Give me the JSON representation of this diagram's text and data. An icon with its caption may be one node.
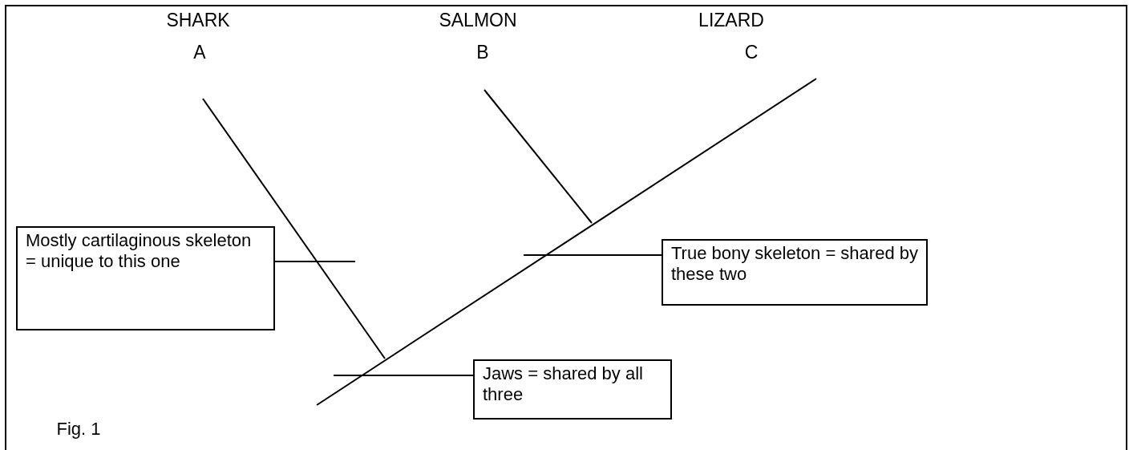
{
  "diagram": {
    "nodes": [
      {
        "text": [
          "Mostly cartilaginous skeleton = unique to this one"
        ]
      },
      {
        "text": [
          "True bony skeleton = shared by these two"
        ]
      },
      {
        "text": [
          "Jaws = shared by all three"
        ]
      }
    ],
    "edges": [
      {
        "from": 0,
        "to": null,
        "arrow": "none"
      },
      {
        "from": 1,
        "to": null,
        "arrow": "none"
      },
      {
        "from": 2,
        "to": null,
        "arrow": "none"
      }
    ],
    "labels": [
      "SHARK",
      "SALMON",
      "LIZARD",
      "A",
      "B",
      "C",
      "Fig. 1"
    ]
  }
}
